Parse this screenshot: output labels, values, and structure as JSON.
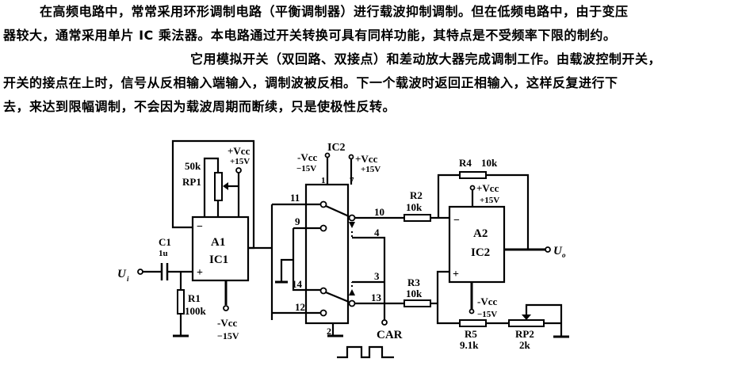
{
  "text": {
    "lines": [
      "在高频电路中，常常采用环形调制电路（平衡调制器）进行载波抑制调制。但在低频电路中，由于变压",
      "器较大，通常采用单片 IC 乘法器。本电路通过开关转换可具有同样功能，其特点是不受频率下限的制约。",
      "它用模拟开关（双回路、双接点）和差动放大器完成调制工作。由载波控制开关，",
      "开关的接点在上时，信号从反相输入端输入，调制波被反相。下一个载波时返回正相输入，这样反复进行下",
      "去，来达到限幅调制，不会因为载波周期而断续，只是使极性反转。"
    ]
  },
  "circuit": {
    "input_label": "U",
    "input_sub": "i",
    "output_label": "U",
    "output_sub": "o",
    "c1": {
      "name": "C1",
      "value": "1u"
    },
    "r1": {
      "name": "R1",
      "value": "100k"
    },
    "rp1": {
      "name": "RP1",
      "value": "50k"
    },
    "a1": {
      "name": "A1",
      "ic": "IC1",
      "minus": "−",
      "plus": "+"
    },
    "a1_vcc_pos": {
      "label": "+Vcc",
      "value": "+15V"
    },
    "a1_vcc_neg": {
      "label": "-Vcc",
      "value": "−15V"
    },
    "switch": {
      "ic": "IC2",
      "vneg": {
        "label": "-Vcc",
        "value": "−15V"
      },
      "vpos": {
        "label": "+Vcc",
        "value": "+15V"
      },
      "pins": {
        "p1": "1",
        "p7": "7",
        "p11": "11",
        "p9": "9",
        "p10": "10",
        "p4": "4",
        "p14": "14",
        "p12": "12",
        "p3": "3",
        "p13": "13",
        "p2": "2"
      },
      "car": "CAR"
    },
    "r2": {
      "name": "R2",
      "value": "10k"
    },
    "r3": {
      "name": "R3",
      "value": "10k"
    },
    "r4": {
      "name": "R4",
      "value": "10k"
    },
    "r5": {
      "name": "R5",
      "value": "9.1k"
    },
    "rp2": {
      "name": "RP2",
      "value": "2k"
    },
    "a2": {
      "name": "A2",
      "ic": "IC2",
      "minus": "−",
      "plus": "+"
    },
    "a2_vcc_pos": {
      "label": "+Vcc",
      "value": "+15V"
    },
    "a2_vcc_neg": {
      "label": "-Vcc",
      "value": "−15V"
    }
  }
}
